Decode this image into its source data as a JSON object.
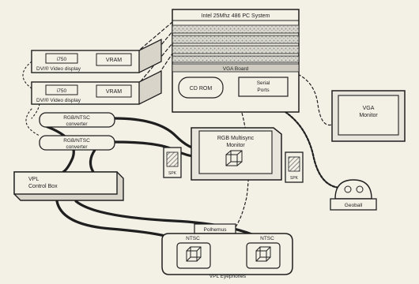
{
  "diagram": {
    "pc_system": {
      "title": "Intel 25Mhz 486 PC System",
      "vga_board": "VGA Board",
      "cdrom": "CD ROM",
      "serial_ports_line1": "Serial",
      "serial_ports_line2": "Ports"
    },
    "video_display_1": {
      "chip": "i750",
      "vram": "VRAM",
      "label": "DVI® Video display"
    },
    "video_display_2": {
      "chip": "i750",
      "vram": "VRAM",
      "label": "DVI® Video display"
    },
    "converter_1": {
      "line1": "RGB/NTSC",
      "line2": "converter"
    },
    "converter_2": {
      "line1": "RGB/NTSC",
      "line2": "converter"
    },
    "vga_monitor": {
      "line1": "VGA",
      "line2": "Monitor"
    },
    "rgb_monitor": {
      "line1": "RGB Multisync",
      "line2": "Monitor"
    },
    "speaker_left": {
      "label": "SPK"
    },
    "speaker_right": {
      "label": "SPK"
    },
    "vpl_control_box": {
      "line1": "VPL",
      "line2": "Control Box"
    },
    "geoball": {
      "label": "Geoball"
    },
    "polhemus": {
      "label": "Polhemus"
    },
    "eyephones": {
      "left_label": "NTSC",
      "right_label": "NTSC",
      "label": "VPL Eyephones"
    }
  },
  "colors": {
    "paper": "#f3f0e6",
    "ink": "#1f1f1f",
    "hatch": "#6e6e6e"
  }
}
